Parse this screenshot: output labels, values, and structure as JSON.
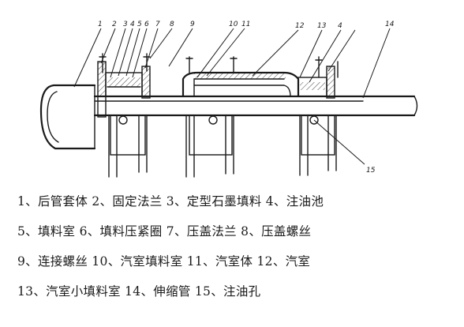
{
  "callout_numbers": [
    "1",
    "2",
    "3",
    "4",
    "5",
    "6",
    "7",
    "8",
    "9",
    "10",
    "11",
    "12",
    "13",
    "4",
    "14",
    "15"
  ],
  "legend": [
    "1、后管套体 2、固定法兰 3、定型石墨填料 4、注油池",
    "5、填料室 6、填料压紧圈 7、压盖法兰 8、压盖螺丝",
    "9、连接螺丝 10、汽室填料室 11、汽室体 12、汽室",
    "13、汽室小填料室 14、伸缩管 15、注油孔"
  ]
}
